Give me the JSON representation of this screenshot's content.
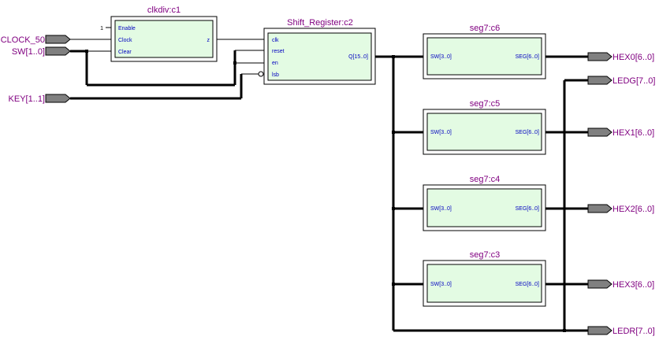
{
  "input_pins": [
    "CLOCK_50",
    "SW[1..0]",
    "KEY[1..1]"
  ],
  "output_pins": [
    "HEX0[6..0]",
    "LEDG[7..0]",
    "HEX1[6..0]",
    "HEX2[6..0]",
    "HEX3[6..0]",
    "LEDR[7..0]"
  ],
  "blocks": {
    "clkdiv": {
      "title": "clkdiv:c1",
      "inputs": [
        "Enable",
        "Clock",
        "Clear"
      ],
      "output": "z",
      "const": "1"
    },
    "shift": {
      "title": "Shift_Register:c2",
      "inputs": [
        "clk",
        "reset",
        "en",
        "lsb"
      ],
      "output": "Q[15..0]"
    },
    "c6": {
      "title": "seg7:c6",
      "input": "SW[3..0]",
      "output": "SEG[6..0]"
    },
    "c5": {
      "title": "seg7:c5",
      "input": "SW[3..0]",
      "output": "SEG[6..0]"
    },
    "c4": {
      "title": "seg7:c4",
      "input": "SW[3..0]",
      "output": "SEG[6..0]"
    },
    "c3": {
      "title": "seg7:c3",
      "input": "SW[3..0]",
      "output": "SEG[6..0]"
    }
  }
}
